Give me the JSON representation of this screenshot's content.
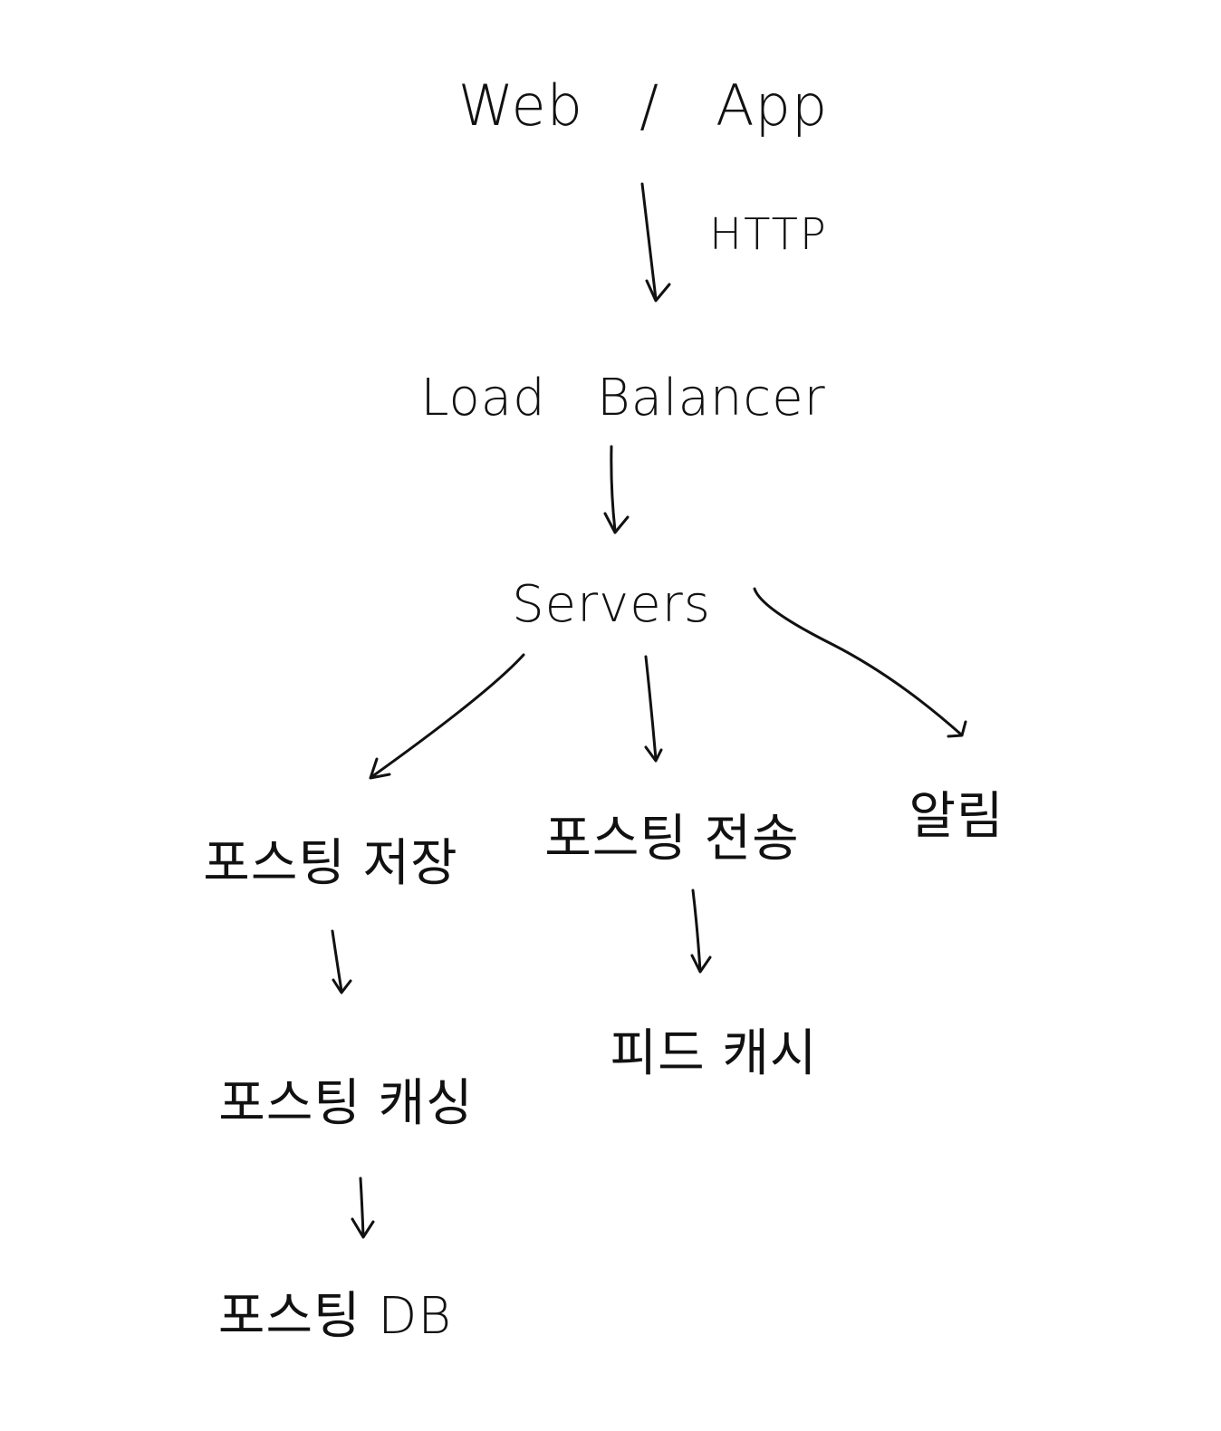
{
  "diagram": {
    "nodes": {
      "web_app": "Web   /   App",
      "load_balancer": "Load   Balancer",
      "servers": "Servers",
      "posting_save": "포스팅 저장",
      "posting_send": "포스팅 전송",
      "notification": "알림",
      "posting_cache": "포스팅 캐싱",
      "feed_cache": "피드 캐시",
      "posting_db": "포스팅 DB"
    },
    "edge_labels": {
      "http": "HTTP"
    },
    "colors": {
      "ink": "#111111",
      "background": "#ffffff"
    }
  }
}
